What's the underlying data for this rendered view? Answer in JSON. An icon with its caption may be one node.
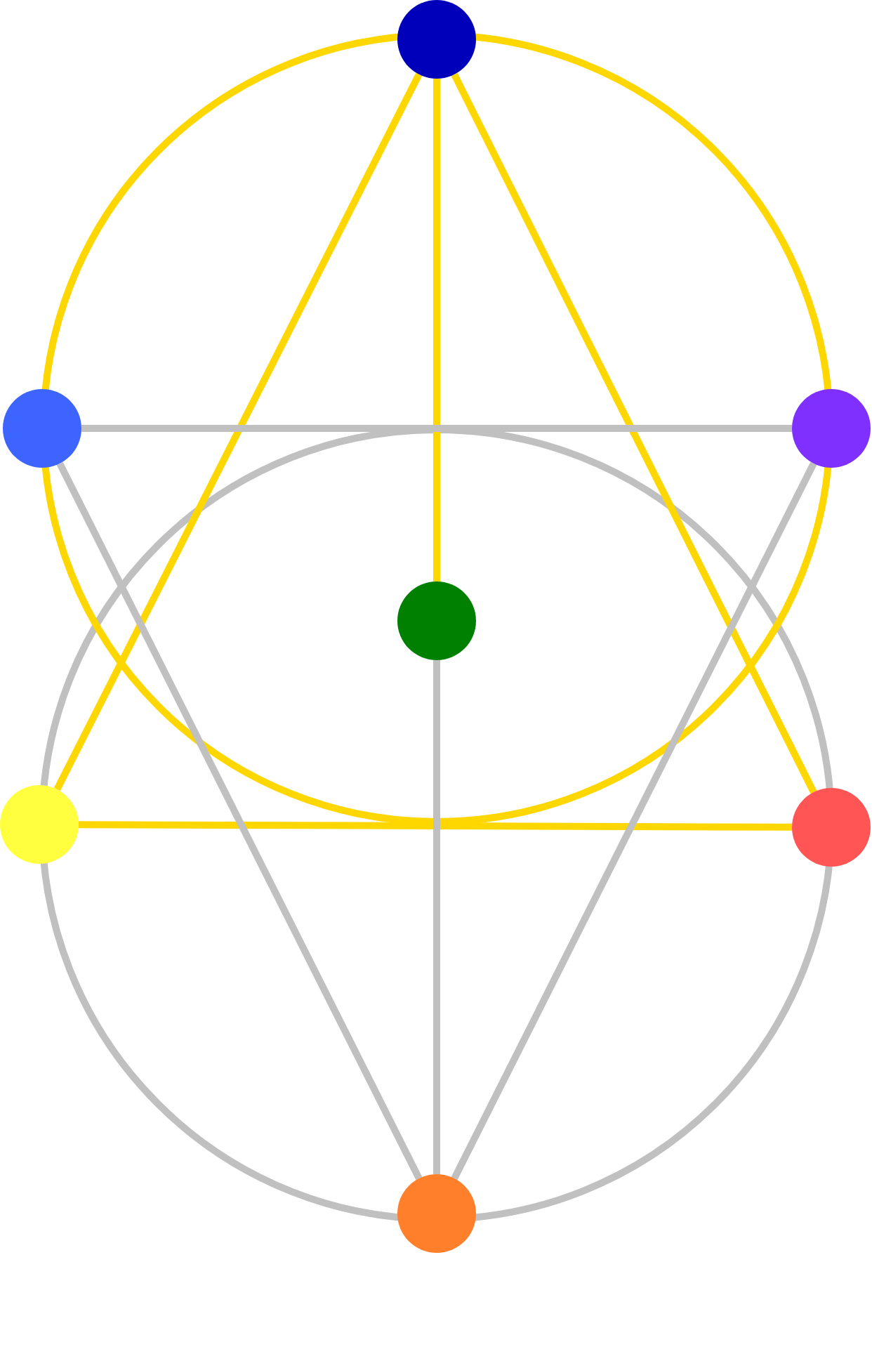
{
  "diagram": {
    "nodes": [
      {
        "text": [],
        "shape": "circle"
      },
      {
        "text": [],
        "shape": "circle"
      },
      {
        "text": [],
        "shape": "circle"
      },
      {
        "text": [],
        "shape": "circle"
      },
      {
        "text": [],
        "shape": "circle"
      },
      {
        "text": [],
        "shape": "circle"
      },
      {
        "text": [],
        "shape": "circle"
      }
    ],
    "edges": [
      {
        "from": 0,
        "to": 4,
        "arrow": "none",
        "color": "#ffd700"
      },
      {
        "from": 0,
        "to": 5,
        "arrow": "none",
        "color": "#ffd700"
      },
      {
        "from": 0,
        "to": 3,
        "arrow": "none",
        "color": "#ffd700"
      },
      {
        "from": 4,
        "to": 5,
        "arrow": "none",
        "color": "#ffd700"
      },
      {
        "from": 1,
        "to": 2,
        "arrow": "none",
        "color": "#c0c0c0"
      },
      {
        "from": 1,
        "to": 6,
        "arrow": "none",
        "color": "#c0c0c0"
      },
      {
        "from": 2,
        "to": 6,
        "arrow": "none",
        "color": "#c0c0c0"
      },
      {
        "from": 3,
        "to": 6,
        "arrow": "none",
        "color": "#c0c0c0"
      }
    ]
  }
}
